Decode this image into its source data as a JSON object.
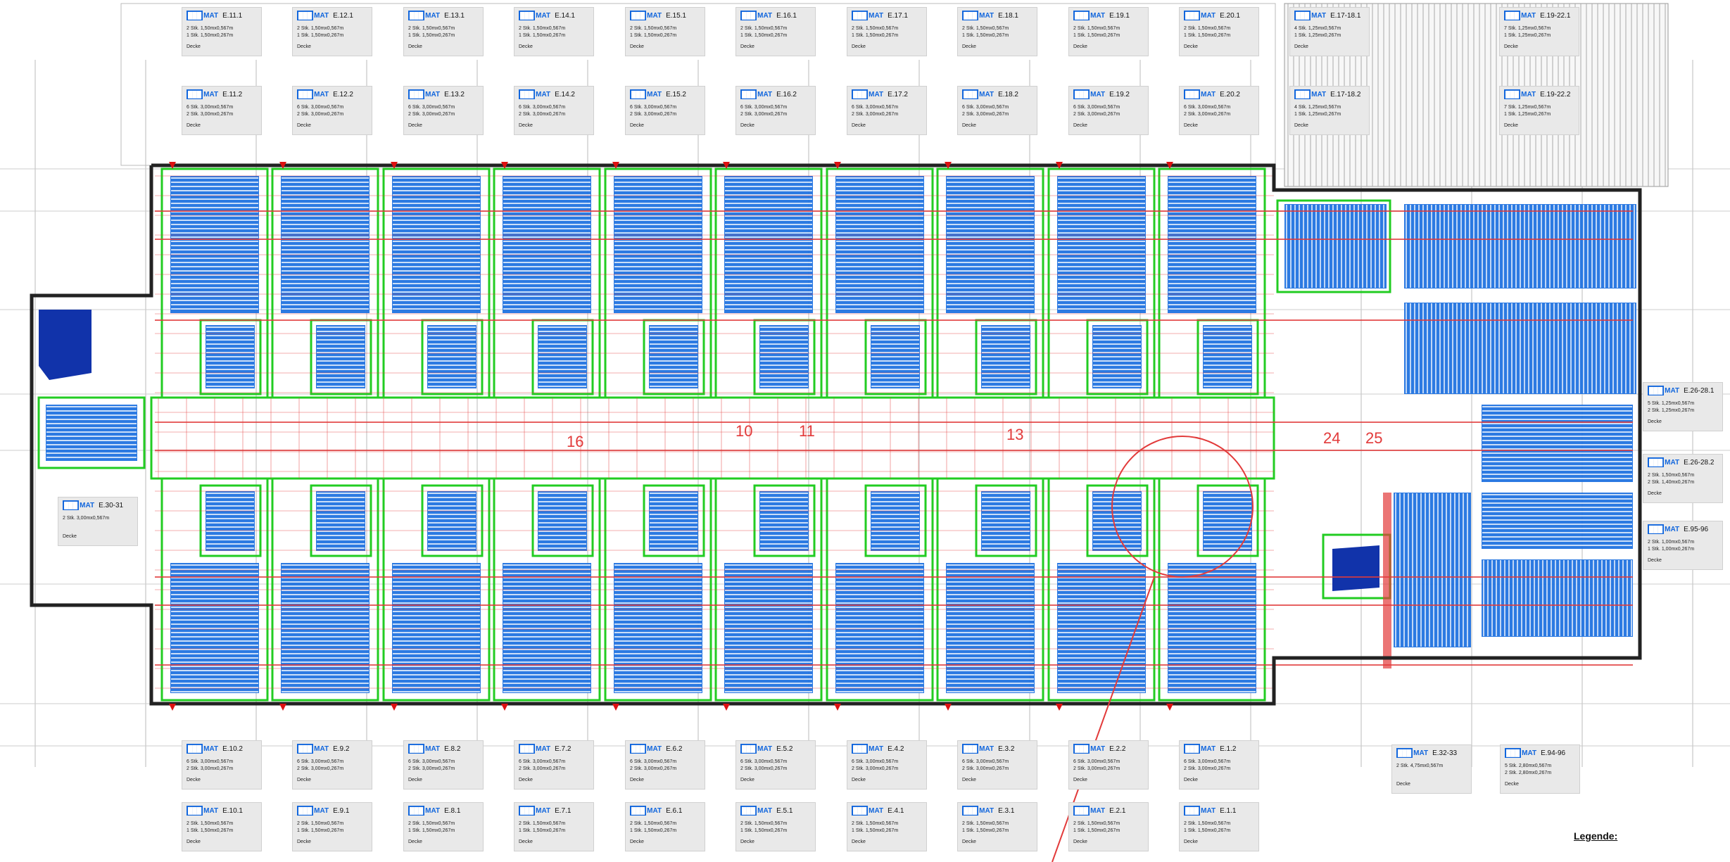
{
  "legend_title": "Legende:",
  "brand": {
    "blue": "#1166dd",
    "mat_blue": "#1a6fe0",
    "pipe_red": "#e23a3a",
    "wall_green": "#22cc22",
    "label_bg": "#e9e9e9"
  },
  "labels": [
    {
      "id": "E.11.1",
      "l1": "2 Stk. 1,50mx0,567m",
      "l2": "1 Stk. 1,50mx0,267m",
      "l3": "Decke"
    },
    {
      "id": "E.12.1",
      "l1": "2 Stk. 1,50mx0,567m",
      "l2": "1 Stk. 1,50mx0,267m",
      "l3": "Decke"
    },
    {
      "id": "E.13.1",
      "l1": "2 Stk. 1,50mx0,567m",
      "l2": "1 Stk. 1,50mx0,267m",
      "l3": "Decke"
    },
    {
      "id": "E.14.1",
      "l1": "2 Stk. 1,50mx0,567m",
      "l2": "1 Stk. 1,50mx0,267m",
      "l3": "Decke"
    },
    {
      "id": "E.15.1",
      "l1": "2 Stk. 1,50mx0,567m",
      "l2": "1 Stk. 1,50mx0,267m",
      "l3": "Decke"
    },
    {
      "id": "E.16.1",
      "l1": "2 Stk. 1,50mx0,567m",
      "l2": "1 Stk. 1,50mx0,267m",
      "l3": "Decke"
    },
    {
      "id": "E.17.1",
      "l1": "2 Stk. 1,50mx0,567m",
      "l2": "1 Stk. 1,50mx0,267m",
      "l3": "Decke"
    },
    {
      "id": "E.18.1",
      "l1": "2 Stk. 1,50mx0,567m",
      "l2": "1 Stk. 1,50mx0,267m",
      "l3": "Decke"
    },
    {
      "id": "E.19.1",
      "l1": "2 Stk. 1,50mx0,567m",
      "l2": "1 Stk. 1,50mx0,267m",
      "l3": "Decke"
    },
    {
      "id": "E.20.1",
      "l1": "2 Stk. 1,50mx0,567m",
      "l2": "1 Stk. 1,50mx0,267m",
      "l3": "Decke"
    },
    {
      "id": "E.11.2",
      "l1": "6 Stk. 3,00mx0,567m",
      "l2": "2 Stk. 3,00mx0,267m",
      "l3": "Decke"
    },
    {
      "id": "E.12.2",
      "l1": "6 Stk. 3,00mx0,567m",
      "l2": "2 Stk. 3,00mx0,267m",
      "l3": "Decke"
    },
    {
      "id": "E.13.2",
      "l1": "6 Stk. 3,00mx0,567m",
      "l2": "2 Stk. 3,00mx0,267m",
      "l3": "Decke"
    },
    {
      "id": "E.14.2",
      "l1": "6 Stk. 3,00mx0,567m",
      "l2": "2 Stk. 3,00mx0,267m",
      "l3": "Decke"
    },
    {
      "id": "E.15.2",
      "l1": "6 Stk. 3,00mx0,567m",
      "l2": "2 Stk. 3,00mx0,267m",
      "l3": "Decke"
    },
    {
      "id": "E.16.2",
      "l1": "6 Stk. 3,00mx0,567m",
      "l2": "2 Stk. 3,00mx0,267m",
      "l3": "Decke"
    },
    {
      "id": "E.17.2",
      "l1": "6 Stk. 3,00mx0,567m",
      "l2": "2 Stk. 3,00mx0,267m",
      "l3": "Decke"
    },
    {
      "id": "E.18.2",
      "l1": "6 Stk. 3,00mx0,567m",
      "l2": "2 Stk. 3,00mx0,267m",
      "l3": "Decke"
    },
    {
      "id": "E.19.2",
      "l1": "6 Stk. 3,00mx0,567m",
      "l2": "2 Stk. 3,00mx0,267m",
      "l3": "Decke"
    },
    {
      "id": "E.20.2",
      "l1": "6 Stk. 3,00mx0,567m",
      "l2": "2 Stk. 3,00mx0,267m",
      "l3": "Decke"
    },
    {
      "id": "E.17-18.1",
      "l1": "4 Stk. 1,25mx0,567m",
      "l2": "1 Stk. 1,25mx0,267m",
      "l3": "Decke"
    },
    {
      "id": "E.19-22.1",
      "l1": "7 Stk. 1,25mx0,567m",
      "l2": "1 Stk. 1,25mx0,267m",
      "l3": "Decke"
    },
    {
      "id": "E.17-18.2",
      "l1": "4 Stk. 1,25mx0,567m",
      "l2": "1 Stk. 1,25mx0,267m",
      "l3": "Decke"
    },
    {
      "id": "E.19-22.2",
      "l1": "7 Stk. 1,25mx0,567m",
      "l2": "1 Stk. 1,25mx0,267m",
      "l3": "Decke"
    },
    {
      "id": "E.30-31",
      "l1": "2 Stk. 3,00mx0,567m",
      "l2": "",
      "l3": "Decke"
    },
    {
      "id": "E.26-28.1",
      "l1": "5 Stk. 1,25mx0,567m",
      "l2": "2 Stk. 1,25mx0,267m",
      "l3": "Decke"
    },
    {
      "id": "E.26-28.2",
      "l1": "2 Stk. 1,50mx0,567m",
      "l2": "2 Stk. 1,40mx0,267m",
      "l3": "Decke"
    },
    {
      "id": "E.95-96",
      "l1": "2 Stk. 1,00mx0,567m",
      "l2": "1 Stk. 1,00mx0,267m",
      "l3": "Decke"
    },
    {
      "id": "E.10.2",
      "l1": "6 Stk. 3,00mx0,567m",
      "l2": "2 Stk. 3,00mx0,267m",
      "l3": "Decke"
    },
    {
      "id": "E.9.2",
      "l1": "6 Stk. 3,00mx0,567m",
      "l2": "2 Stk. 3,00mx0,267m",
      "l3": "Decke"
    },
    {
      "id": "E.8.2",
      "l1": "6 Stk. 3,00mx0,567m",
      "l2": "2 Stk. 3,00mx0,267m",
      "l3": "Decke"
    },
    {
      "id": "E.7.2",
      "l1": "6 Stk. 3,00mx0,567m",
      "l2": "2 Stk. 3,00mx0,267m",
      "l3": "Decke"
    },
    {
      "id": "E.6.2",
      "l1": "6 Stk. 3,00mx0,567m",
      "l2": "2 Stk. 3,00mx0,267m",
      "l3": "Decke"
    },
    {
      "id": "E.5.2",
      "l1": "6 Stk. 3,00mx0,567m",
      "l2": "2 Stk. 3,00mx0,267m",
      "l3": "Decke"
    },
    {
      "id": "E.4.2",
      "l1": "6 Stk. 3,00mx0,567m",
      "l2": "2 Stk. 3,00mx0,267m",
      "l3": "Decke"
    },
    {
      "id": "E.3.2",
      "l1": "6 Stk. 3,00mx0,567m",
      "l2": "2 Stk. 3,00mx0,267m",
      "l3": "Decke"
    },
    {
      "id": "E.2.2",
      "l1": "6 Stk. 3,00mx0,567m",
      "l2": "2 Stk. 3,00mx0,267m",
      "l3": "Decke"
    },
    {
      "id": "E.1.2",
      "l1": "6 Stk. 3,00mx0,567m",
      "l2": "2 Stk. 3,00mx0,267m",
      "l3": "Decke"
    },
    {
      "id": "E.32-33",
      "l1": "2 Stk. 4,75mx0,567m",
      "l2": "",
      "l3": "Decke"
    },
    {
      "id": "E.94-96",
      "l1": "5 Stk. 2,80mx0,567m",
      "l2": "2 Stk. 2,80mx0,267m",
      "l3": "Decke"
    },
    {
      "id": "E.10.1",
      "l1": "2 Stk. 1,50mx0,567m",
      "l2": "1 Stk. 1,50mx0,267m",
      "l3": "Decke"
    },
    {
      "id": "E.9.1",
      "l1": "2 Stk. 1,50mx0,567m",
      "l2": "1 Stk. 1,50mx0,267m",
      "l3": "Decke"
    },
    {
      "id": "E.8.1",
      "l1": "2 Stk. 1,50mx0,567m",
      "l2": "1 Stk. 1,50mx0,267m",
      "l3": "Decke"
    },
    {
      "id": "E.7.1",
      "l1": "2 Stk. 1,50mx0,567m",
      "l2": "1 Stk. 1,50mx0,267m",
      "l3": "Decke"
    },
    {
      "id": "E.6.1",
      "l1": "2 Stk. 1,50mx0,567m",
      "l2": "1 Stk. 1,50mx0,267m",
      "l3": "Decke"
    },
    {
      "id": "E.5.1",
      "l1": "2 Stk. 1,50mx0,567m",
      "l2": "1 Stk. 1,50mx0,267m",
      "l3": "Decke"
    },
    {
      "id": "E.4.1",
      "l1": "2 Stk. 1,50mx0,567m",
      "l2": "1 Stk. 1,50mx0,267m",
      "l3": "Decke"
    },
    {
      "id": "E.3.1",
      "l1": "2 Stk. 1,50mx0,567m",
      "l2": "1 Stk. 1,50mx0,267m",
      "l3": "Decke"
    },
    {
      "id": "E.2.1",
      "l1": "2 Stk. 1,50mx0,567m",
      "l2": "1 Stk. 1,50mx0,267m",
      "l3": "Decke"
    },
    {
      "id": "E.1.1",
      "l1": "2 Stk. 1,50mx0,567m",
      "l2": "1 Stk. 1,50mx0,267m",
      "l3": "Decke"
    }
  ],
  "room_numbers": [
    "24",
    "25",
    "16",
    "11",
    "10",
    "13"
  ]
}
